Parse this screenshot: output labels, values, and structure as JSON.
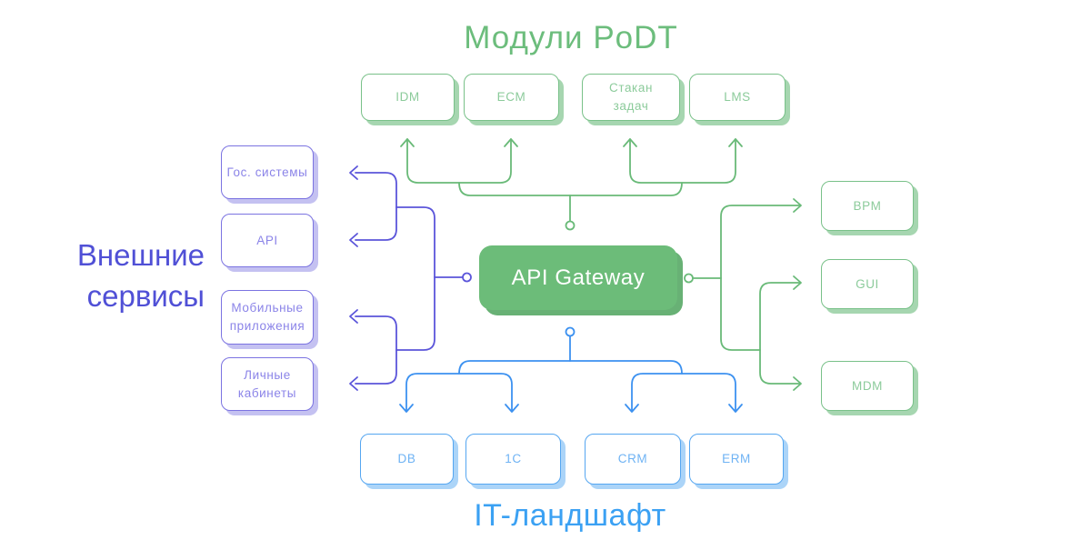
{
  "titles": {
    "modules": "Модули PoDT",
    "external_line1": "Внешние",
    "external_line2": "сервисы",
    "landscape": "IT-ландшафт"
  },
  "gateway": {
    "label": "API Gateway"
  },
  "modules": [
    {
      "label": "IDM"
    },
    {
      "label": "ECM"
    },
    {
      "label": "Стакан\nзадач"
    },
    {
      "label": "LMS"
    }
  ],
  "external_services": [
    {
      "label": "Гос. системы"
    },
    {
      "label": "API"
    },
    {
      "label": "Мобильные\nприложения"
    },
    {
      "label": "Личные\nкабинеты"
    }
  ],
  "internal_systems": [
    {
      "label": "BPM"
    },
    {
      "label": "GUI"
    },
    {
      "label": "MDM"
    }
  ],
  "it_landscape": [
    {
      "label": "DB"
    },
    {
      "label": "1C"
    },
    {
      "label": "CRM"
    },
    {
      "label": "ERM"
    }
  ],
  "colors": {
    "green_connector": "#69ba78",
    "purple_connector": "#5b55da",
    "blue_connector": "#3c91f0",
    "green_title": "#6cbd7c",
    "purple_title": "#5050d6",
    "blue_title": "#3ba1f3",
    "gateway_fill": "#6cbc79"
  }
}
